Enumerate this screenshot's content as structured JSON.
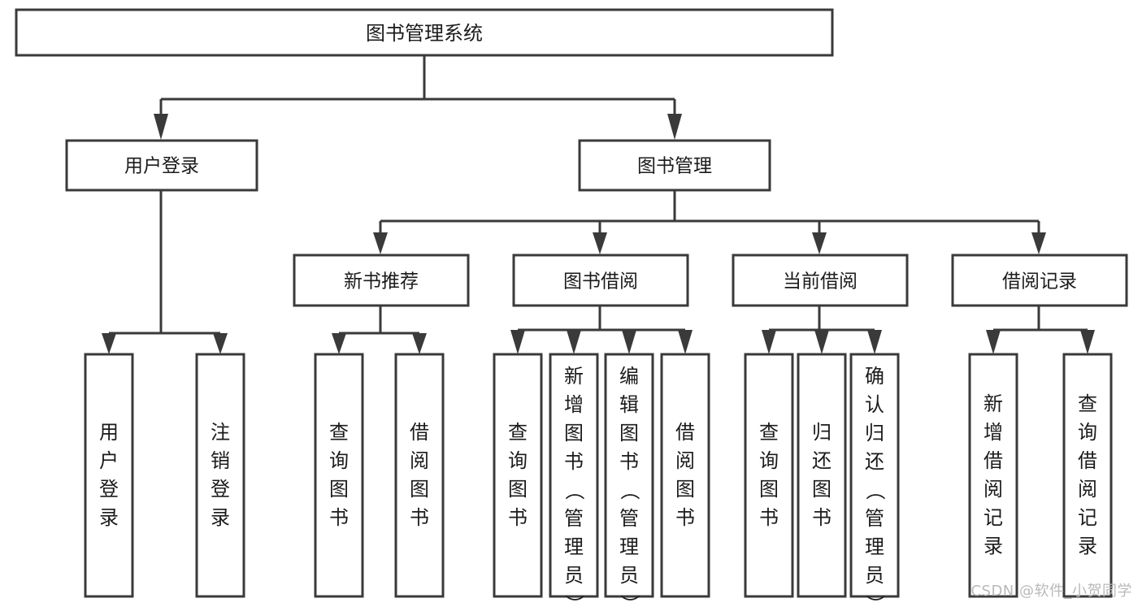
{
  "diagram": {
    "title": "图书管理系统",
    "type": "hierarchy-tree",
    "watermark": "CSDN @软件_小贺同学",
    "colors": {
      "box_stroke": "#3a3a3a",
      "box_fill": "#ffffff",
      "connector": "#3a3a3a",
      "text": "#1b1b1b",
      "background": "#ffffff",
      "watermark": "#b9b9b9"
    },
    "nodes": {
      "root": {
        "label": "图书管理系统"
      },
      "level2": [
        {
          "id": "user-login",
          "label": "用户登录"
        },
        {
          "id": "book-management",
          "label": "图书管理"
        }
      ],
      "level3": [
        {
          "id": "new-book-recommend",
          "label": "新书推荐"
        },
        {
          "id": "book-borrow",
          "label": "图书借阅"
        },
        {
          "id": "current-borrow",
          "label": "当前借阅"
        },
        {
          "id": "borrow-record",
          "label": "借阅记录"
        }
      ],
      "leaves": {
        "user-login": [
          {
            "id": "leaf-user-login",
            "label": "用户登录"
          },
          {
            "id": "leaf-logout-login",
            "label": "注销登录"
          }
        ],
        "new-book-recommend": [
          {
            "id": "leaf-query-book-1",
            "label": "查询图书"
          },
          {
            "id": "leaf-borrow-book-1",
            "label": "借阅图书"
          }
        ],
        "book-borrow": [
          {
            "id": "leaf-query-book-2",
            "label": "查询图书"
          },
          {
            "id": "leaf-add-book",
            "label": "新增图书（管理员）"
          },
          {
            "id": "leaf-edit-book",
            "label": "编辑图书（管理员）"
          },
          {
            "id": "leaf-borrow-book-2",
            "label": "借阅图书"
          }
        ],
        "current-borrow": [
          {
            "id": "leaf-query-book-3",
            "label": "查询图书"
          },
          {
            "id": "leaf-return-book",
            "label": "归还图书"
          },
          {
            "id": "leaf-confirm-return",
            "label": "确认归还（管理员）"
          }
        ],
        "borrow-record": [
          {
            "id": "leaf-add-record",
            "label": "新增借阅记录"
          },
          {
            "id": "leaf-query-record",
            "label": "查询借阅记录"
          }
        ]
      }
    }
  }
}
